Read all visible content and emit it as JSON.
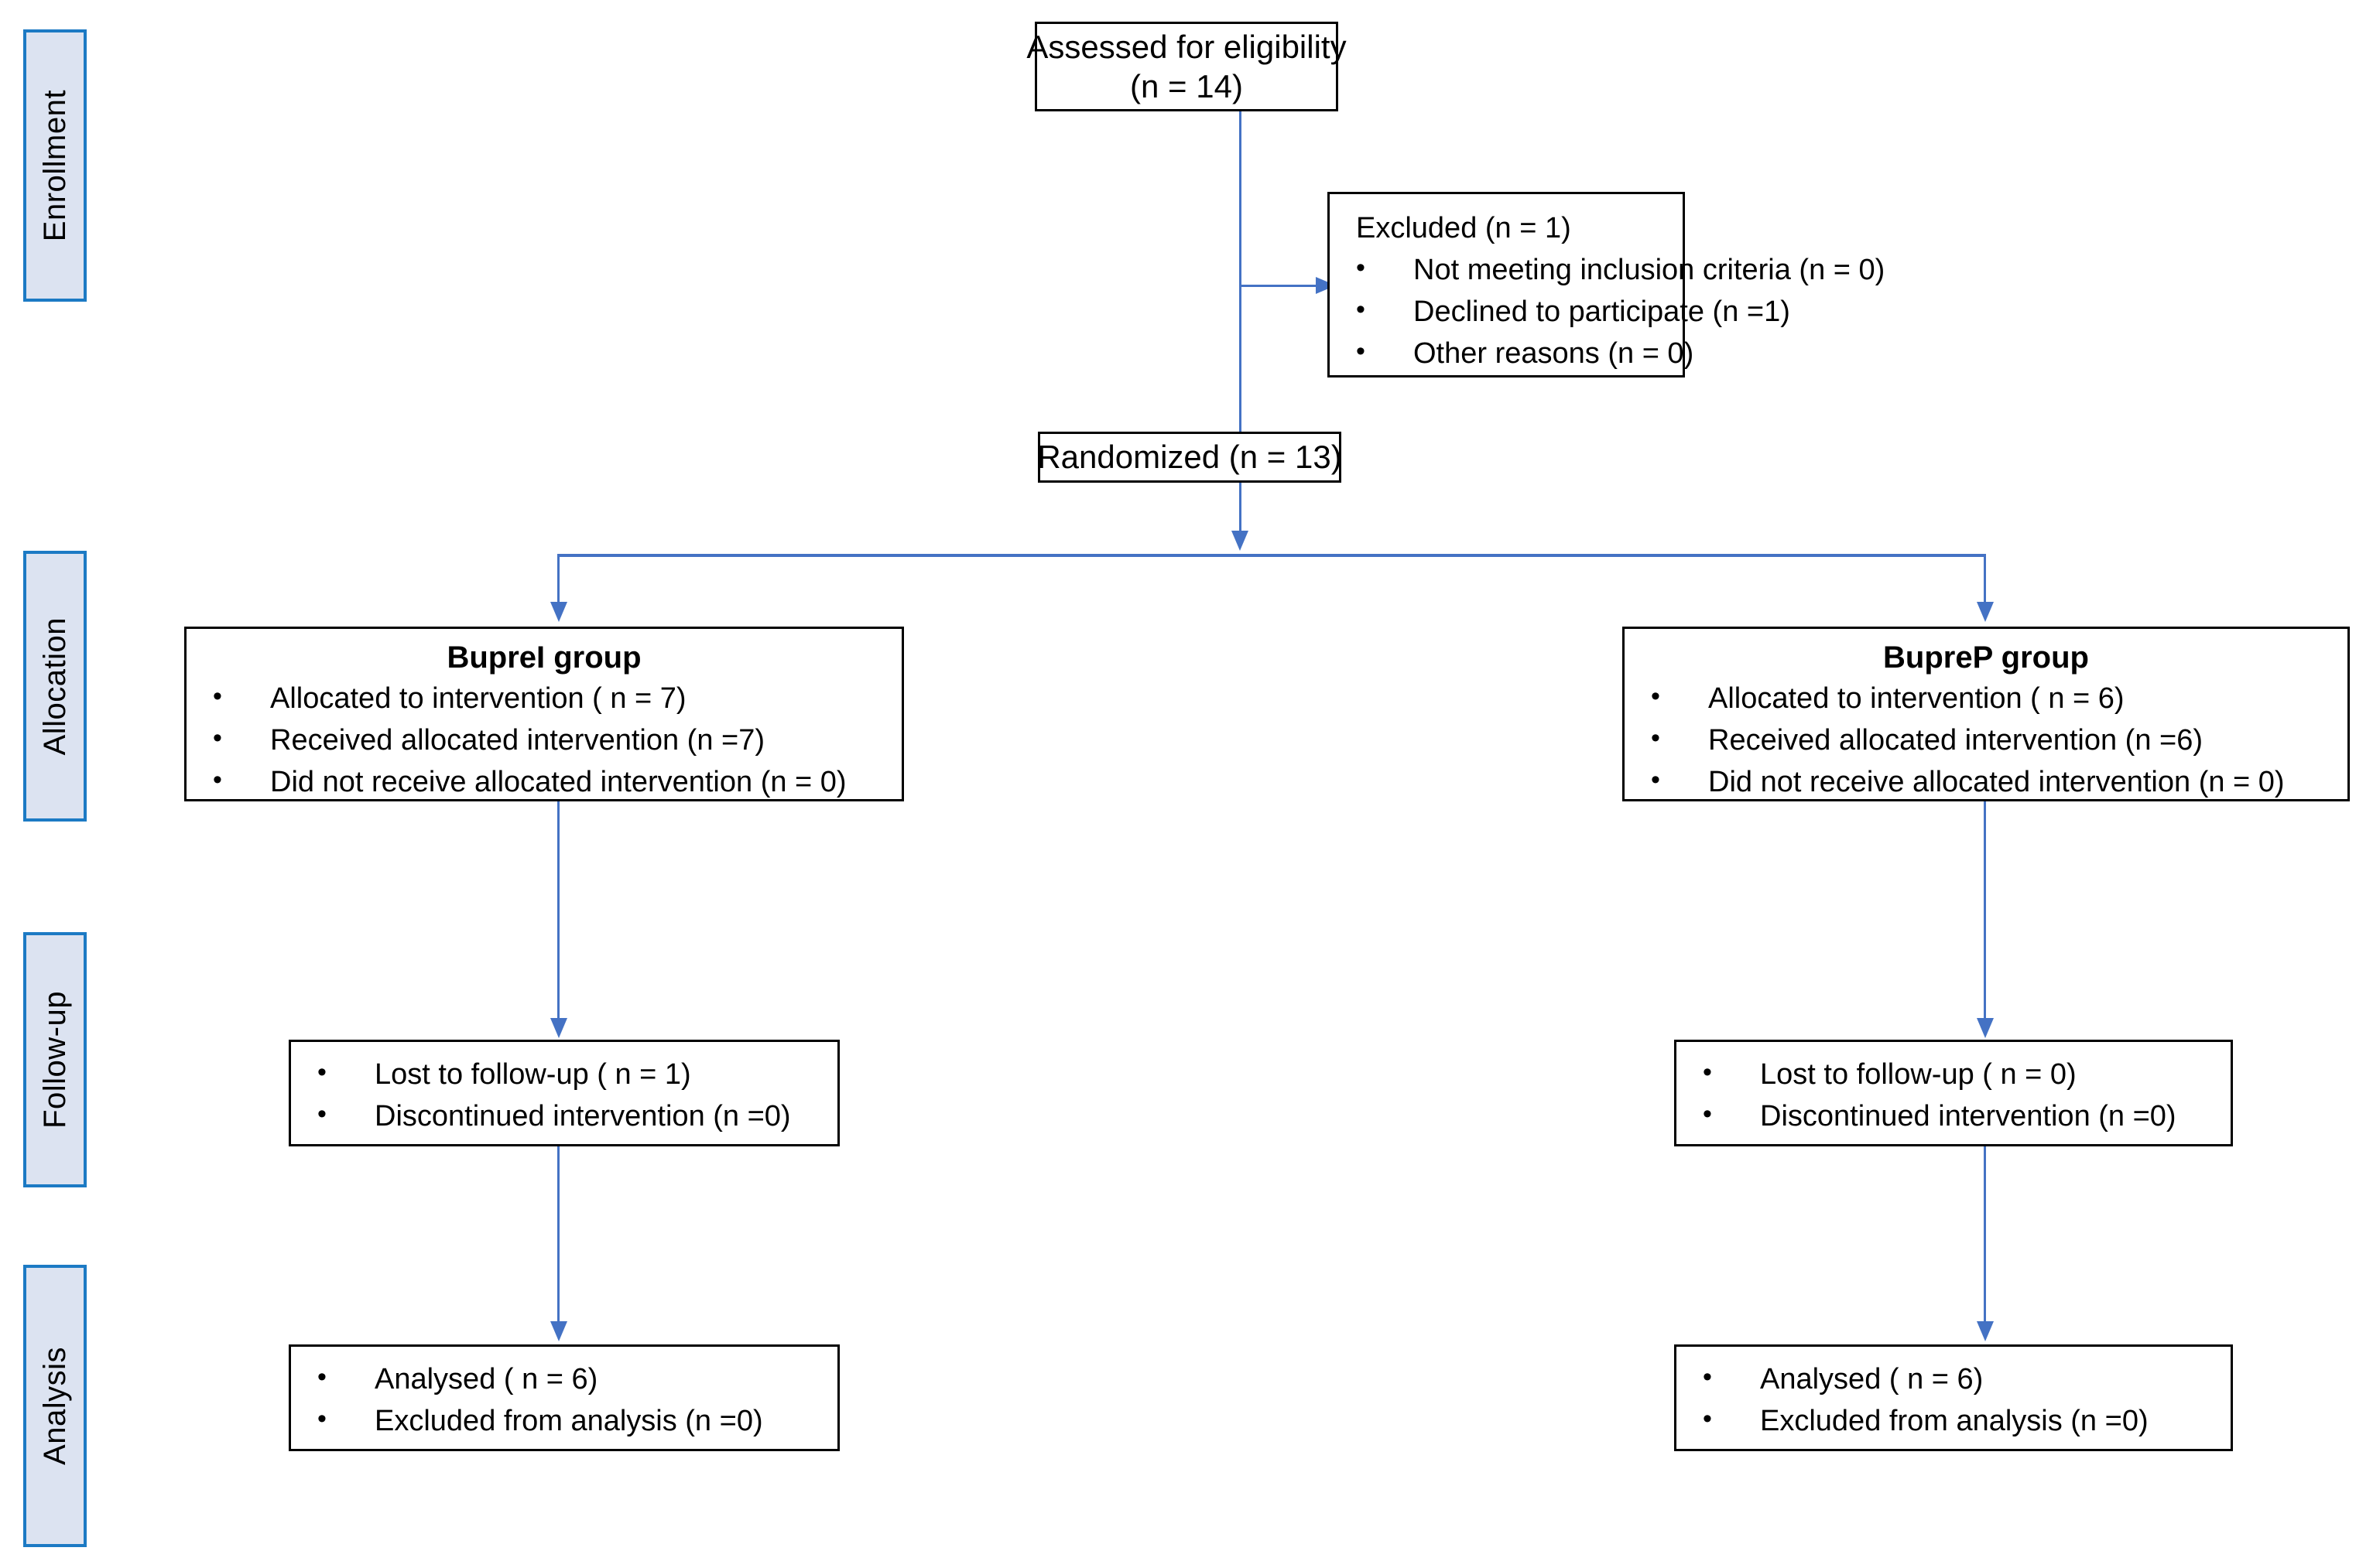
{
  "diagram": {
    "title": "CONSORT participant flow diagram",
    "accent_color": "#4472c4",
    "stage_label_fill": "#dce3f1",
    "stage_label_border": "#1c7ac4",
    "box_border": "#000000"
  },
  "stages": [
    {
      "label": "Enrollment"
    },
    {
      "label": "Allocation"
    },
    {
      "label": "Follow-up"
    },
    {
      "label": "Analysis"
    }
  ],
  "nodes": {
    "assessed": {
      "line1": "Assessed for eligibility",
      "line2": "(n = 14)"
    },
    "excluded": {
      "heading": "Excluded (n = 1)",
      "items": [
        "Not meeting inclusion criteria (n = 0)",
        "Declined to participate (n =1)",
        "Other reasons (n = 0)"
      ]
    },
    "randomized": {
      "line1": "Randomized (n = 13)"
    },
    "alloc_left": {
      "title": "BupreI group",
      "items": [
        "Allocated to intervention ( n = 7)",
        "Received allocated intervention (n =7)",
        "Did not receive allocated intervention (n = 0)"
      ]
    },
    "alloc_right": {
      "title": "BupreP group",
      "items": [
        "Allocated to intervention ( n = 6)",
        "Received allocated intervention (n =6)",
        "Did not receive allocated intervention (n = 0)"
      ]
    },
    "follow_left": {
      "items": [
        "Lost to follow-up ( n = 1)",
        "Discontinued intervention (n =0)"
      ]
    },
    "follow_right": {
      "items": [
        "Lost to follow-up ( n = 0)",
        "Discontinued intervention (n =0)"
      ]
    },
    "analysis_left": {
      "items": [
        "Analysed ( n = 6)",
        "Excluded from analysis (n =0)"
      ]
    },
    "analysis_right": {
      "items": [
        "Analysed ( n = 6)",
        "Excluded from analysis (n =0)"
      ]
    }
  }
}
